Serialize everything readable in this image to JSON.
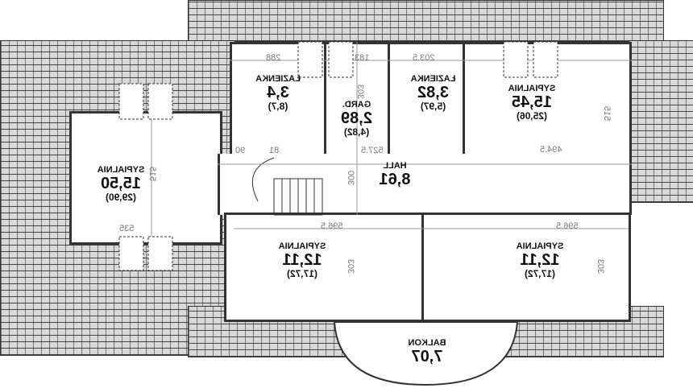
{
  "rooms": [
    {
      "name": "SYPIALNIA",
      "area": "15,50",
      "sub": "(29,90)"
    },
    {
      "name": "ŁAZIENKA",
      "area": "3,4",
      "sub": "(8,7)"
    },
    {
      "name": "GARD.",
      "area": "2,89",
      "sub": "(4,82)"
    },
    {
      "name": "ŁAZIENKA",
      "area": "3,82",
      "sub": "(5,97)"
    },
    {
      "name": "SYPIALNIA",
      "area": "15,45",
      "sub": "(25,06)"
    },
    {
      "name": "HALL",
      "area": "8,61"
    },
    {
      "name": "SYPIALNIA",
      "area": "12,11",
      "sub": "(17,72)"
    },
    {
      "name": "SYPIALNIA",
      "area": "12,11",
      "sub": "(17,72)"
    },
    {
      "name": "BALKON",
      "area": "7,07"
    }
  ],
  "dims": {
    "d535": "535",
    "d515a": "515",
    "d288": "288",
    "d183": "183",
    "d303a": "303",
    "d2035": "203.5",
    "d4945": "494.5",
    "d515b": "515",
    "d90": "90",
    "d81": "81",
    "d5275": "527.5",
    "d300": "300",
    "d5965a": "596.5",
    "d5965b": "596.5",
    "d303b": "303",
    "d303c": "303"
  }
}
